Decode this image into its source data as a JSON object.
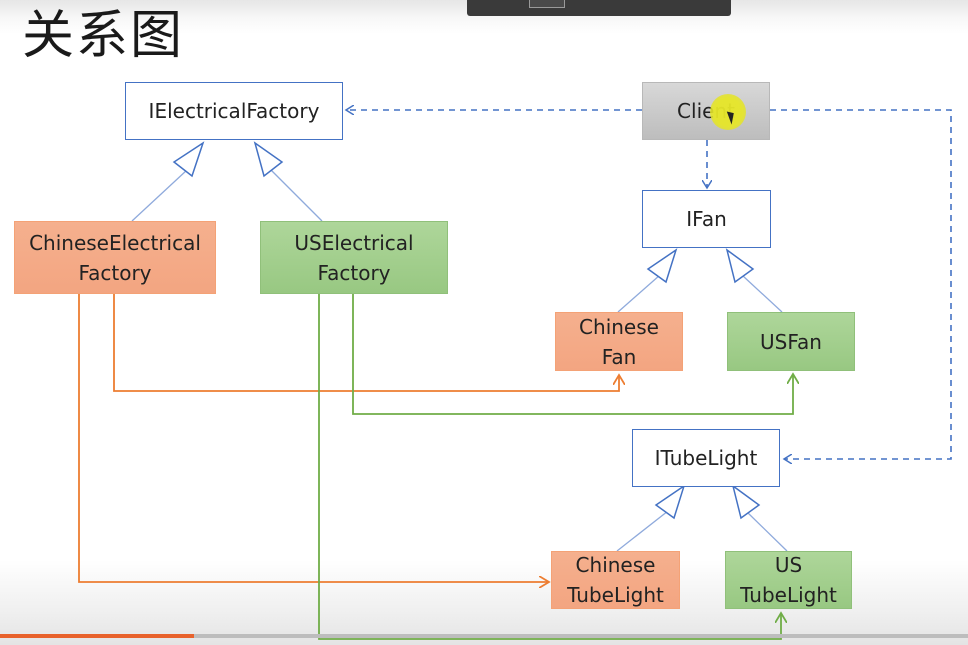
{
  "slide": {
    "title": "关系图"
  },
  "nodes": {
    "ielectrical_factory": {
      "label": "IElectricalFactory"
    },
    "client": {
      "label": "Client"
    },
    "chinese_electrical_factory": {
      "line1": "ChineseElectrical",
      "line2": "Factory"
    },
    "us_electrical_factory": {
      "line1": "USElectrical",
      "line2": "Factory"
    },
    "ifan": {
      "label": "IFan"
    },
    "chinese_fan": {
      "line1": "Chinese",
      "line2": "Fan"
    },
    "us_fan": {
      "label": "USFan"
    },
    "itubelight": {
      "label": "ITubeLight"
    },
    "chinese_tubelight": {
      "line1": "Chinese",
      "line2": "TubeLight"
    },
    "us_tubelight": {
      "line1": "US",
      "line2": "TubeLight"
    }
  },
  "video": {
    "progress": 0.2
  },
  "colors": {
    "interface_border": "#4472c4",
    "chinese_fill": "#f4b183",
    "us_fill": "#a9d08e",
    "client_fill": "#c8c8c8",
    "chinese_line": "#ed7d31",
    "us_line": "#70ad47",
    "dependency_line": "#4472c4",
    "inheritance_line": "#8faadc",
    "progress": "#e8622c"
  }
}
